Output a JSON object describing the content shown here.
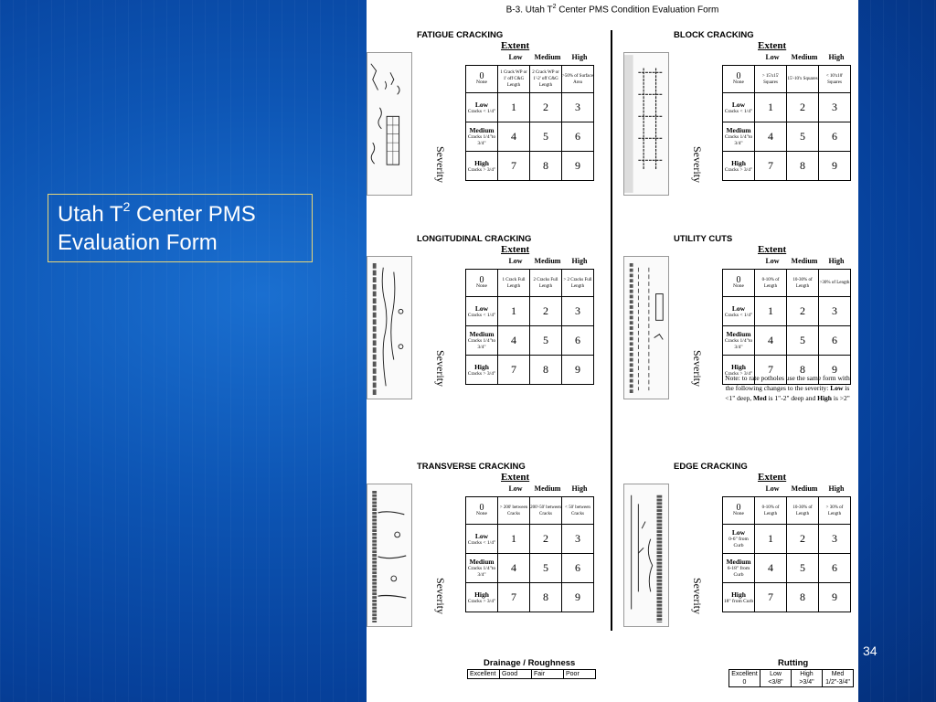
{
  "slide": {
    "title_pre": "Utah T",
    "title_sup": "2",
    "title_post": " Center PMS Evaluation Form",
    "slide_number": "34"
  },
  "form": {
    "title_pre": "B-3. Utah  T",
    "title_sup": "2",
    "title_post": " Center PMS Condition Evaluation Form"
  },
  "common": {
    "extent_label": "Extent",
    "severity_label": "Severity",
    "hdr_low": "Low",
    "hdr_medium": "Medium",
    "hdr_high": "High",
    "zero_num": "0",
    "zero_label": "None",
    "ratings": [
      [
        "1",
        "2",
        "3"
      ],
      [
        "4",
        "5",
        "6"
      ],
      [
        "7",
        "8",
        "9"
      ]
    ]
  },
  "panels": {
    "fatigue": {
      "title": "FATIGUE CRACKING",
      "extent_desc": [
        "1 Crack WP or 1' off C&G Length",
        "2 Crack WP or 1'-2' off C&G Length",
        ">50% of Surface Area"
      ],
      "sev_low": [
        "Low",
        "Cracks < 1/4\""
      ],
      "sev_med": [
        "Medium",
        "Cracks 1/4\"to 3/4\""
      ],
      "sev_high": [
        "High",
        "Cracks > 3/4\""
      ]
    },
    "block": {
      "title": "BLOCK CRACKING",
      "extent_desc": [
        "> 15'x15' Squares",
        "15'-10'x Squares",
        "< 10'x10' Squares"
      ],
      "sev_low": [
        "Low",
        "Cracks < 1/4\""
      ],
      "sev_med": [
        "Medium",
        "Cracks 1/4\"to 3/4\""
      ],
      "sev_high": [
        "High",
        "Cracks > 3/4\""
      ]
    },
    "longitudinal": {
      "title": "LONGITUDINAL CRACKING",
      "extent_desc": [
        "1 Crack Full Length",
        "2 Cracks Full Length",
        "> 2 Cracks Full Length"
      ],
      "sev_low": [
        "Low",
        "Cracks < 1/4\""
      ],
      "sev_med": [
        "Medium",
        "Cracks 1/4\"to 3/4\""
      ],
      "sev_high": [
        "High",
        "Cracks > 3/4\""
      ]
    },
    "utility": {
      "title": "UTILITY CUTS",
      "extent_desc": [
        "0-10% of Length",
        "10-30% of Length",
        ">30% of Length"
      ],
      "sev_low": [
        "Low",
        "Cracks < 1/4\""
      ],
      "sev_med": [
        "Medium",
        "Cracks 1/4\"to 3/4\""
      ],
      "sev_high": [
        "High",
        "Cracks > 3/4\""
      ],
      "note": {
        "l1": "Note: to rate potholes use the same form with the following changes to the severity:",
        "low_word": "Low",
        "low_text": " is <1\" deep,",
        "med_word": "Med",
        "med_text": " is 1\"-2\" deep and",
        "high_word": "High",
        "high_text": " is >2\""
      }
    },
    "transverse": {
      "title": "TRANSVERSE CRACKING",
      "extent_desc": [
        "> 200' between Cracks",
        "200'-50' between Cracks",
        "< 50' between Cracks"
      ],
      "sev_low": [
        "Low",
        "Cracks < 1/4\""
      ],
      "sev_med": [
        "Medium",
        "Cracks 1/4\"to 3/4\""
      ],
      "sev_high": [
        "High",
        "Cracks > 3/4\""
      ]
    },
    "edge": {
      "title": "EDGE CRACKING",
      "extent_desc": [
        "0-10% of Length",
        "10-30% of Length",
        "> 30% of Length"
      ],
      "sev_low": [
        "Low",
        "0-6\" from Curb"
      ],
      "sev_med": [
        "Medium",
        "6-18\" from Curb"
      ],
      "sev_high": [
        "High",
        "18\" from Curb"
      ]
    }
  },
  "drainage": {
    "title": "Drainage / Roughness",
    "options": [
      "Excellent",
      "Good",
      "Fair",
      "Poor"
    ]
  },
  "rutting": {
    "title": "Rutting",
    "cols": [
      [
        "Excellent",
        "0"
      ],
      [
        "Low",
        "<3/8\""
      ],
      [
        "High",
        ">3/4\""
      ],
      [
        "Med",
        "1/2\"-3/4\""
      ]
    ]
  }
}
